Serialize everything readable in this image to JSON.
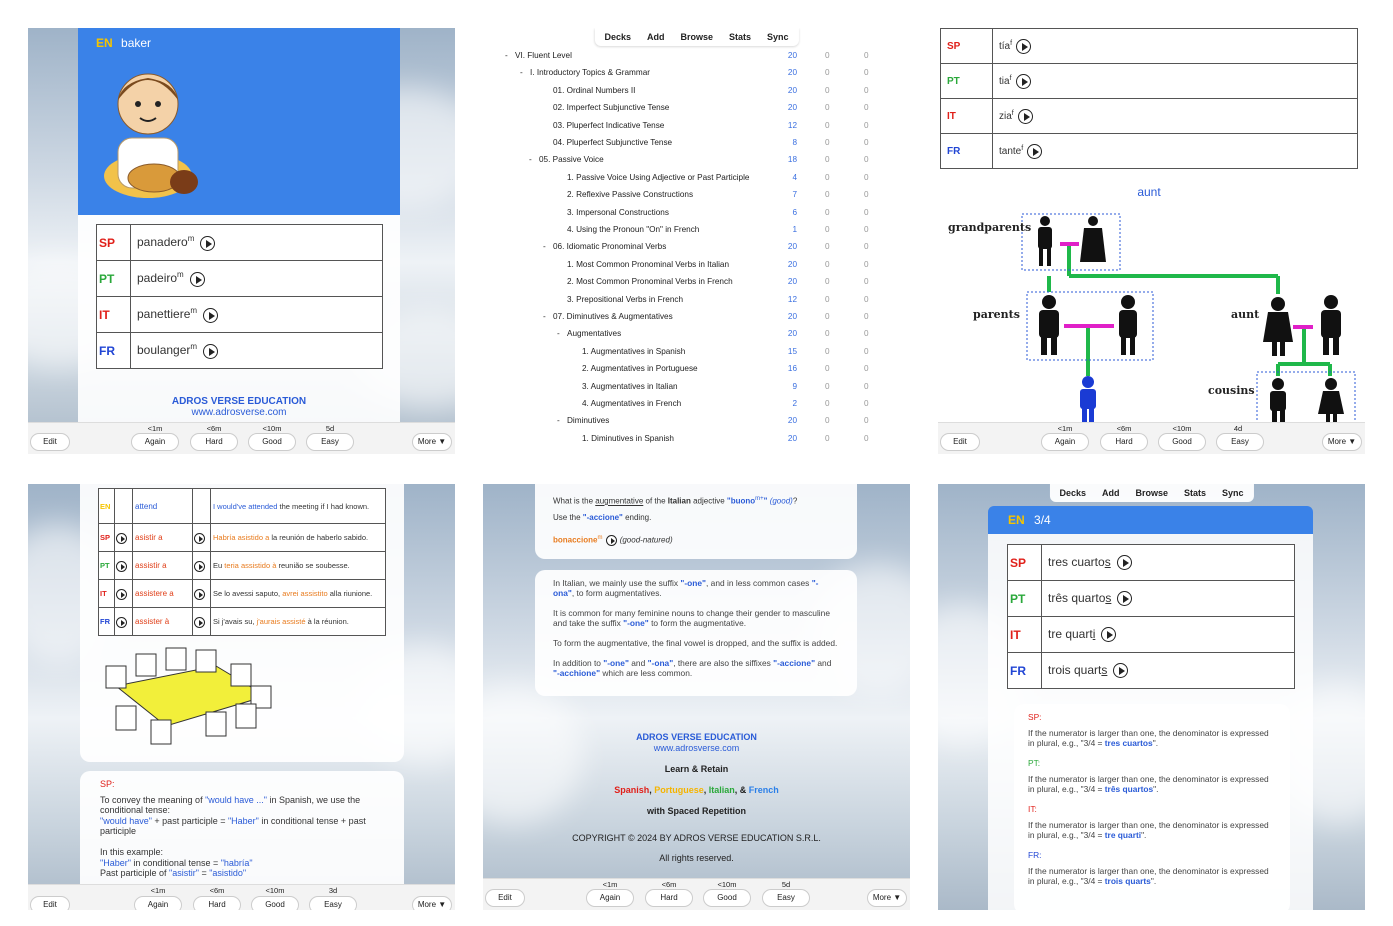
{
  "p1": {
    "header": {
      "lang": "EN",
      "word": "baker"
    },
    "rows": [
      {
        "lang": "SP",
        "word": "panadero",
        "sup": "m"
      },
      {
        "lang": "PT",
        "word": "padeiro",
        "sup": "m"
      },
      {
        "lang": "IT",
        "word": "panettiere",
        "sup": "m"
      },
      {
        "lang": "FR",
        "word": "boulanger",
        "sup": "m"
      }
    ],
    "brand": "ADROS VERSE EDUCATION",
    "url": "www.adrosverse.com",
    "bar": {
      "edit": "Edit",
      "again": "Again",
      "hard": "Hard",
      "good": "Good",
      "easy": "Easy",
      "more": "More ▼",
      "t1": "<1m",
      "t2": "<6m",
      "t3": "<10m",
      "t4": "5d"
    }
  },
  "p2": {
    "nav": [
      "Decks",
      "Add",
      "Browse",
      "Stats",
      "Sync"
    ],
    "decks": [
      {
        "name": "VI. Fluent Level",
        "prefix": "-",
        "n": "20",
        "a": "0",
        "b": "0"
      },
      {
        "name": "I. Introductory Topics & Grammar",
        "prefix": "-",
        "n": "20",
        "a": "0",
        "b": "0"
      },
      {
        "name": "01. Ordinal Numbers II",
        "prefix": "",
        "n": "20",
        "a": "0",
        "b": "0"
      },
      {
        "name": "02. Imperfect Subjunctive Tense",
        "prefix": "",
        "n": "20",
        "a": "0",
        "b": "0"
      },
      {
        "name": "03. Pluperfect Indicative Tense",
        "prefix": "",
        "n": "12",
        "a": "0",
        "b": "0"
      },
      {
        "name": "04. Pluperfect Subjunctive Tense",
        "prefix": "",
        "n": "8",
        "a": "0",
        "b": "0"
      },
      {
        "name": "05. Passive Voice",
        "prefix": "-",
        "n": "18",
        "a": "0",
        "b": "0"
      },
      {
        "name": "1. Passive Voice Using Adjective or Past Participle",
        "prefix": "",
        "n": "4",
        "a": "0",
        "b": "0"
      },
      {
        "name": "2. Reflexive Passive Constructions",
        "prefix": "",
        "n": "7",
        "a": "0",
        "b": "0"
      },
      {
        "name": "3. Impersonal Constructions",
        "prefix": "",
        "n": "6",
        "a": "0",
        "b": "0"
      },
      {
        "name": "4. Using the Pronoun \"On\" in French",
        "prefix": "",
        "n": "1",
        "a": "0",
        "b": "0"
      },
      {
        "name": "06. Idiomatic Pronominal Verbs",
        "prefix": "-",
        "n": "20",
        "a": "0",
        "b": "0"
      },
      {
        "name": "1. Most Common Pronominal Verbs in Italian",
        "prefix": "",
        "n": "20",
        "a": "0",
        "b": "0"
      },
      {
        "name": "2. Most Common Pronominal Verbs in French",
        "prefix": "",
        "n": "20",
        "a": "0",
        "b": "0"
      },
      {
        "name": "3. Prepositional Verbs in French",
        "prefix": "",
        "n": "12",
        "a": "0",
        "b": "0"
      },
      {
        "name": "07. Diminutives & Augmentatives",
        "prefix": "-",
        "n": "20",
        "a": "0",
        "b": "0"
      },
      {
        "name": "Augmentatives",
        "prefix": "-",
        "n": "20",
        "a": "0",
        "b": "0"
      },
      {
        "name": "1. Augmentatives in Spanish",
        "prefix": "",
        "n": "15",
        "a": "0",
        "b": "0"
      },
      {
        "name": "2. Augmentatives in Portuguese",
        "prefix": "",
        "n": "16",
        "a": "0",
        "b": "0"
      },
      {
        "name": "3. Augmentatives in Italian",
        "prefix": "",
        "n": "9",
        "a": "0",
        "b": "0"
      },
      {
        "name": "4. Augmentatives in French",
        "prefix": "",
        "n": "2",
        "a": "0",
        "b": "0"
      },
      {
        "name": "Diminutives",
        "prefix": "-",
        "n": "20",
        "a": "0",
        "b": "0"
      },
      {
        "name": "1. Diminutives in Spanish",
        "prefix": "",
        "n": "20",
        "a": "0",
        "b": "0"
      }
    ]
  },
  "p3": {
    "rows": [
      {
        "lang": "SP",
        "word": "tía",
        "sup": "f"
      },
      {
        "lang": "PT",
        "word": "tia",
        "sup": "f"
      },
      {
        "lang": "IT",
        "word": "zia",
        "sup": "f"
      },
      {
        "lang": "FR",
        "word": "tante",
        "sup": "f"
      }
    ],
    "title": "aunt",
    "labels": {
      "grandparents": "grandparents",
      "parents": "parents",
      "aunt": "aunt",
      "cousins": "cousins"
    },
    "bar": {
      "edit": "Edit",
      "again": "Again",
      "hard": "Hard",
      "good": "Good",
      "easy": "Easy",
      "more": "More ▼",
      "t1": "<1m",
      "t2": "<6m",
      "t3": "<10m",
      "t4": "4d"
    }
  },
  "p4": {
    "rows": [
      {
        "lang": "EN",
        "verb": "attend",
        "sent_pre": "I would've attended",
        "sent_post": " the meeting if I had known."
      },
      {
        "lang": "SP",
        "verb": "asistir a",
        "sent_pre": "Habría asistido a",
        "sent_post": " la reunión de haberlo sabido."
      },
      {
        "lang": "PT",
        "verb": "assistir a",
        "sent_pre": "Eu ",
        "sent_mid": "teria assistido à",
        "sent_post": " reunião se soubesse."
      },
      {
        "lang": "IT",
        "verb": "assistere a",
        "sent_pre": "Se lo avessi saputo, ",
        "sent_mid": "avrei assistito",
        "sent_post": " alla riunione."
      },
      {
        "lang": "FR",
        "verb": "assister à",
        "sent_pre": "Si j'avais su, ",
        "sent_mid": "j'aurais assisté",
        "sent_post": " à la réunion."
      }
    ],
    "note": {
      "lang": "SP:",
      "l1a": "To convey the meaning of ",
      "l1b": "\"would have ...\"",
      "l1c": " in Spanish, we use the conditional tense:",
      "l2a": "\"would have\"",
      "l2b": " + past participle = ",
      "l2c": "\"Haber\"",
      "l2d": " in conditional tense + past participle",
      "l3": "In this example:",
      "l4a": "\"Haber\"",
      "l4b": " in conditional tense = ",
      "l4c": "\"habría\"",
      "l5a": "Past participle of ",
      "l5b": "\"asistir\"",
      "l5c": " = ",
      "l5d": "\"asistido\""
    },
    "bar": {
      "edit": "Edit",
      "again": "Again",
      "hard": "Hard",
      "good": "Good",
      "easy": "Easy",
      "more": "More ▼",
      "t1": "<1m",
      "t2": "<6m",
      "t3": "<10m",
      "t4": "3d"
    }
  },
  "p5": {
    "q_pre": "What is the ",
    "q_aug": "augmentative",
    "q_mid": " of the ",
    "q_it": "Italian",
    "q_mid2": " adjective ",
    "q_word": "\"buono",
    "q_sup": "m+",
    "q_end": "\"",
    "q_gloss": "(good)",
    "q_qm": "?",
    "hint_pre": "Use the ",
    "hint_word": "\"-accione\"",
    "hint_post": " ending.",
    "answer": "bonaccione",
    "answer_sup": "m",
    "answer_gloss": "(good-natured)",
    "para1a": "In Italian, we mainly use the suffix ",
    "para1b": "\"-one\"",
    "para1c": ", and in less common cases ",
    "para1d": "\"-ona\"",
    "para1e": ", to form augmentatives.",
    "para2a": "It is common for many feminine nouns to change their gender to masculine and take the suffix ",
    "para2b": "\"-one\"",
    "para2c": " to form the augmentative.",
    "para3": "To form the augmentative, the final vowel is dropped, and the suffix is added.",
    "para4a": "In addition to ",
    "para4b": "\"-one\"",
    "para4c": " and ",
    "para4d": "\"-ona\"",
    "para4e": ", there are also the siffixes ",
    "para4f": "\"-accione\"",
    "para4g": " and ",
    "para4h": "\"-acchione\"",
    "para4i": " which are less common.",
    "brand": "ADROS VERSE EDUCATION",
    "url": "www.adrosverse.com",
    "tag": "Learn & Retain",
    "l_sp": "Spanish",
    "l_pt": "Portuguese",
    "l_it": "Italian",
    "l_amp": ", & ",
    "l_fr": "French",
    "l_c1": ", ",
    "l_c2": ", ",
    "spaced": "with Spaced Repetition",
    "copyright": "COPYRIGHT © 2024 BY ADROS VERSE EDUCATION S.R.L.",
    "rights": "All rights reserved.",
    "bar": {
      "edit": "Edit",
      "again": "Again",
      "hard": "Hard",
      "good": "Good",
      "easy": "Easy",
      "more": "More ▼",
      "t1": "<1m",
      "t2": "<6m",
      "t3": "<10m",
      "t4": "5d"
    }
  },
  "p6": {
    "nav": [
      "Decks",
      "Add",
      "Browse",
      "Stats",
      "Sync"
    ],
    "header": {
      "lang": "EN",
      "word": "3/4"
    },
    "rows": [
      {
        "lang": "SP",
        "word": "tres cuarto",
        "u": "s"
      },
      {
        "lang": "PT",
        "word": "três quarto",
        "u": "s"
      },
      {
        "lang": "IT",
        "word": "tre quart",
        "u": "i"
      },
      {
        "lang": "FR",
        "word": "trois quart",
        "u": "s"
      }
    ],
    "notes": [
      {
        "lang": "SP:",
        "text": "If the numerator is larger than one, the denominator is expressed in plural, e.g., \"3/4 = ",
        "bold": "tres cuartos",
        "end": "\"."
      },
      {
        "lang": "PT:",
        "text": "If the numerator is larger than one, the denominator is expressed in plural, e.g., \"3/4 = ",
        "bold": "três quartos",
        "end": "\"."
      },
      {
        "lang": "IT:",
        "text": "If the numerator is larger than one, the denominator is expressed in plural, e.g., \"3/4 = ",
        "bold": "tre quarti",
        "end": "\"."
      },
      {
        "lang": "FR:",
        "text": "If the numerator is larger than one, the denominator is expressed in plural, e.g., \"3/4 = ",
        "bold": "trois quarts",
        "end": "\"."
      }
    ]
  },
  "colors": {
    "blue_header": "#3a82e8",
    "sp": "#e0201a",
    "pt": "#2aa83a",
    "fr": "#2145d4",
    "en": "#f5c400",
    "link": "#2a5bd7",
    "orange": "#e87b1e",
    "tree_green": "#1fb84a",
    "tree_magenta": "#e020c8"
  }
}
